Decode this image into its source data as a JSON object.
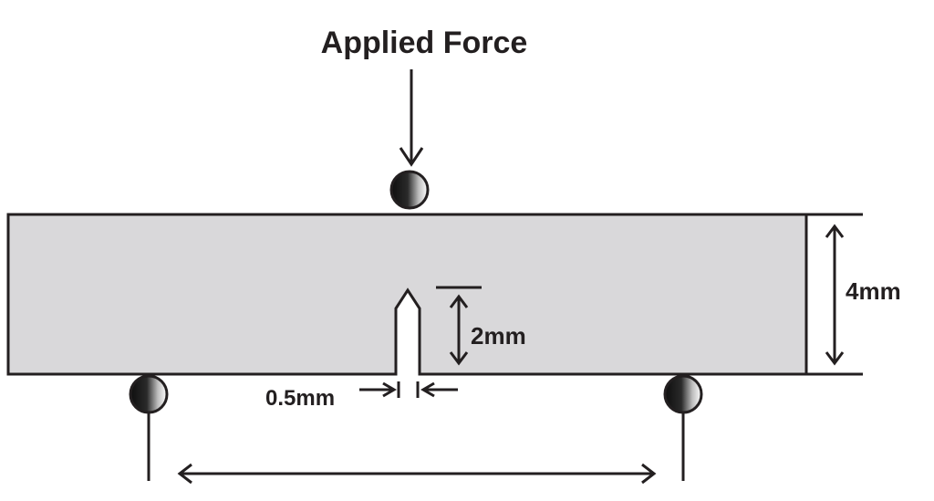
{
  "labels": {
    "applied_force": "Applied Force",
    "thickness": "4mm",
    "notch_depth": "2mm",
    "notch_width": "0.5mm"
  },
  "colors": {
    "specimen_fill": "#d9d8da",
    "stroke": "#231f20",
    "background": "#ffffff"
  }
}
